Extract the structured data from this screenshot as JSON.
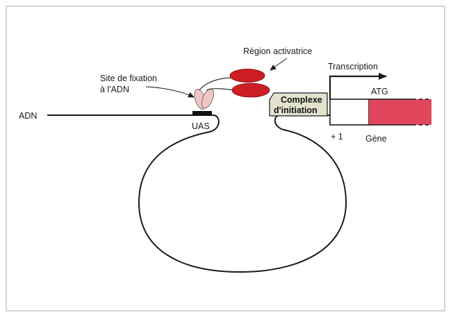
{
  "labels": {
    "adn": "ADN",
    "uas": "UAS",
    "site_line1": "Site de fixation",
    "site_line2": "à l'ADN",
    "region": "Région activatrice",
    "transcription": "Transcription",
    "atg": "ATG",
    "plus_one": "+ 1",
    "gene": "Gène",
    "complex_line1": "Complexe",
    "complex_line2": "d'initiation"
  },
  "colors": {
    "activator_red": "#cc1e24",
    "binding_pink": "#f2c4c6",
    "gene_pink": "#e0475d",
    "complex_fill": "#e2e2cf",
    "frame": "#b7b7b7",
    "ink": "#1a1a1a"
  }
}
